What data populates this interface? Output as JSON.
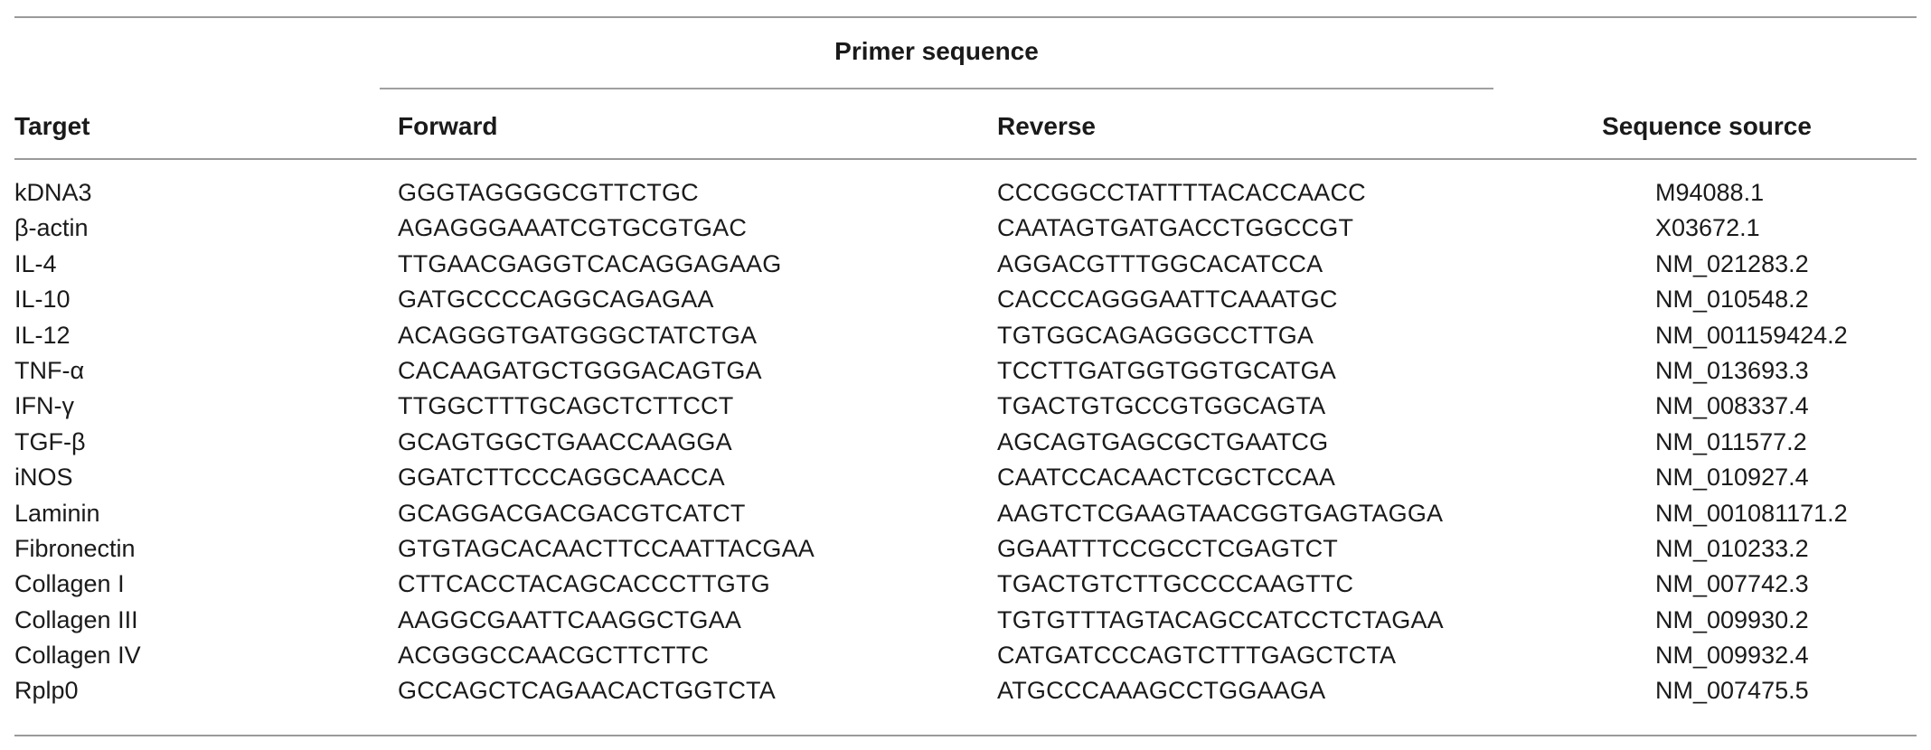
{
  "table": {
    "header": {
      "group": "Primer sequence",
      "target": "Target",
      "forward": "Forward",
      "reverse": "Reverse",
      "source": "Sequence source"
    },
    "rows": [
      {
        "target": "kDNA3",
        "forward": "GGGTAGGGGCGTTCTGC",
        "reverse": "CCCGGCCTATTTTACACCAACC",
        "source": "M94088.1"
      },
      {
        "target": "β-actin",
        "forward": "AGAGGGAAATCGTGCGTGAC",
        "reverse": "CAATAGTGATGACCTGGCCGT",
        "source": "X03672.1"
      },
      {
        "target": "IL-4",
        "forward": "TTGAACGAGGTCACAGGAGAAG",
        "reverse": "AGGACGTTTGGCACATCCA",
        "source": "NM_021283.2"
      },
      {
        "target": "IL-10",
        "forward": "GATGCCCCAGGCAGAGAA",
        "reverse": "CACCCAGGGAATTCAAATGC",
        "source": "NM_010548.2"
      },
      {
        "target": "IL-12",
        "forward": "ACAGGGTGATGGGCTATCTGA",
        "reverse": "TGTGGCAGAGGGCCTTGA",
        "source": "NM_001159424.2"
      },
      {
        "target": "TNF-α",
        "forward": "CACAAGATGCTGGGACAGTGA",
        "reverse": "TCCTTGATGGTGGTGCATGA",
        "source": "NM_013693.3"
      },
      {
        "target": "IFN-γ",
        "forward": "TTGGCTTTGCAGCTCTTCCT",
        "reverse": "TGACTGTGCCGTGGCAGTA",
        "source": "NM_008337.4"
      },
      {
        "target": "TGF-β",
        "forward": "GCAGTGGCTGAACCAAGGA",
        "reverse": "AGCAGTGAGCGCTGAATCG",
        "source": "NM_011577.2"
      },
      {
        "target": "iNOS",
        "forward": "GGATCTTCCCAGGCAACCA",
        "reverse": "CAATCCACAACTCGCTCCAA",
        "source": "NM_010927.4"
      },
      {
        "target": "Laminin",
        "forward": "GCAGGACGACGACGTCATCT",
        "reverse": "AAGTCTCGAAGTAACGGTGAGTAGGA",
        "source": "NM_001081171.2"
      },
      {
        "target": "Fibronectin",
        "forward": "GTGTAGCACAACTTCCAATTACGAA",
        "reverse": "GGAATTTCCGCCTCGAGTCT",
        "source": "NM_010233.2"
      },
      {
        "target": "Collagen I",
        "forward": "CTTCACCTACAGCACCCTTGTG",
        "reverse": "TGACTGTCTTGCCCCAAGTTC",
        "source": "NM_007742.3"
      },
      {
        "target": "Collagen III",
        "forward": "AAGGCGAATTCAAGGCTGAA",
        "reverse": "TGTGTTTAGTACAGCCATCCTCTAGAA",
        "source": "NM_009930.2"
      },
      {
        "target": "Collagen IV",
        "forward": "ACGGGCCAACGCTTCTTC",
        "reverse": "CATGATCCCAGTCTTTGAGCTCTA",
        "source": "NM_009932.4"
      },
      {
        "target": "Rplp0",
        "forward": "GCCAGCTCAGAACACTGGTCTA",
        "reverse": "ATGCCCAAAGCCTGGAAGA",
        "source": "NM_007475.5"
      }
    ]
  }
}
